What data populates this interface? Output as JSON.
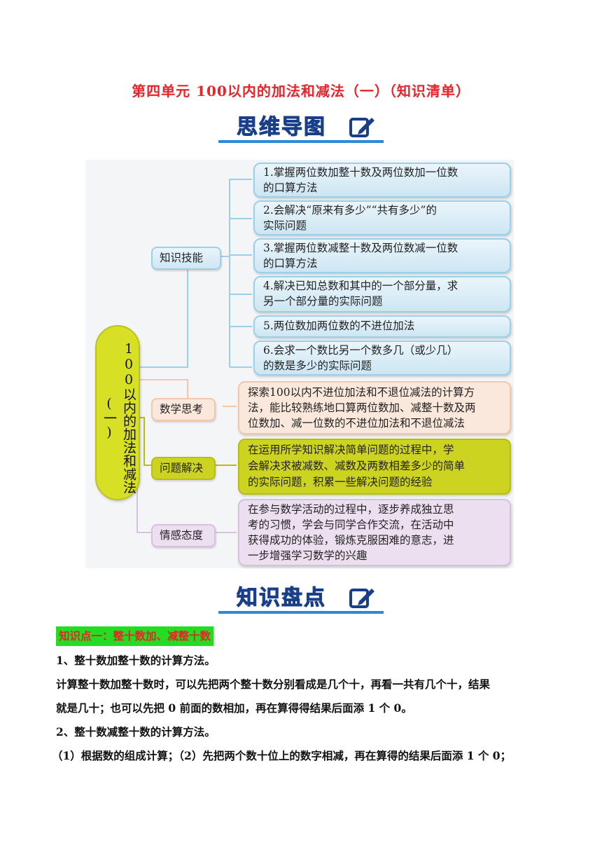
{
  "title": "第四单元 100以内的加法和减法（一）（知识清单）",
  "banner_mindmap": "思维导图",
  "banner_knowledge": "知识盘点",
  "mindmap": {
    "root": "100以内的加法和减法(一)",
    "categories": [
      "知识技能",
      "数学思考",
      "问题解决",
      "情感态度"
    ],
    "skills": [
      [
        "1.掌握两位数加整十数及两位数加一位数",
        "的口算方法"
      ],
      [
        "2.会解决“原来有多少”“共有多少”的",
        "实际问题"
      ],
      [
        "3.掌握两位数减整十数及两位数减一位数",
        "的口算方法"
      ],
      [
        "4.解决已知总数和其中的一个部分量，求",
        "另一个部分量的实际问题"
      ],
      [
        "5.两位数加两位数的不进位加法"
      ],
      [
        "6.会求一个数比另一个数多几（或少几）",
        "的数是多少的实际问题"
      ]
    ],
    "thinking": [
      "探索100以内不进位加法和不退位减法的计算方",
      "法，能比较熟练地口算两位数加、减整十数及两",
      "位数加、减一位数的不进位加法和不退位减法"
    ],
    "problem_solving": [
      "在运用所学知识解决简单问题的过程中，学",
      "会解决求被减数、减数及两数相差多少的简单",
      "的实际问题，积累一些解决问题的经验"
    ],
    "attitude": [
      "在参与数学活动的过程中，逐步养成独立思",
      "考的习惯，学会与同学合作交流，在活动中",
      "获得成功的体验，锻炼克服困难的意志，进",
      "一步增强学习数学的兴趣"
    ]
  },
  "knowledge": {
    "point1_title": "知识点一：整十数加、减整十数",
    "h1": "1、整十数加整十数的计算方法。",
    "p1_line1": "计算整十数加整十数时，可以先把两个整十数分别看成是几个十，再看一共有几个十，结果",
    "p1_line2": "就是几十；也可以先把 0 前面的数相加，再在算得得结果后面添 1 个 0。",
    "h2": "2、整十数减整十数的计算方法。",
    "p2": "（1）根据数的组成计算；（2）先把两个数十位上的数字相减，再在算得的结果后面添 1 个 0；"
  },
  "colors": {
    "title": "#e8232a",
    "banner": "#1a3f8a",
    "highlight": "#22dd22"
  }
}
